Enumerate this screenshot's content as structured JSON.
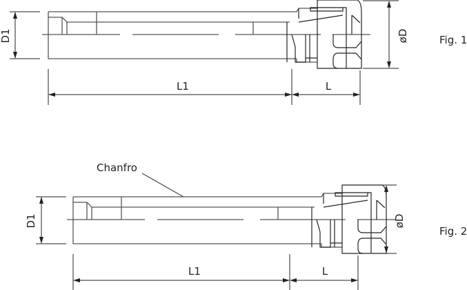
{
  "figures": [
    {
      "caption": "Fig. 1",
      "dims": {
        "shank_diameter": "D1",
        "shank_length": "L1",
        "nut_length": "L",
        "nut_diameter": "øD"
      }
    },
    {
      "caption": "Fig. 2",
      "callout": "Chanfro",
      "dims": {
        "shank_diameter": "D1",
        "shank_length": "L1",
        "nut_length": "L",
        "nut_diameter": "øD"
      }
    }
  ]
}
